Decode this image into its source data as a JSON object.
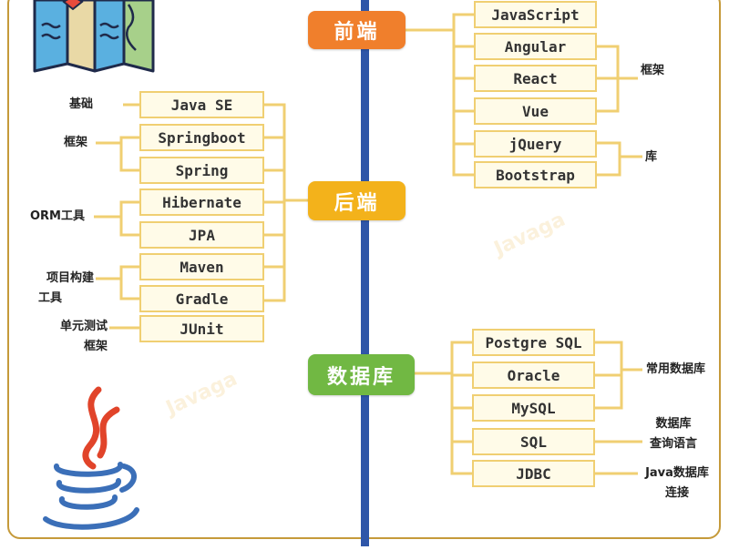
{
  "hubs": {
    "frontend": "前端",
    "backend": "后端",
    "database": "数据库"
  },
  "frontend_nodes": [
    "JavaScript",
    "Angular",
    "React",
    "Vue",
    "jQuery",
    "Bootstrap"
  ],
  "frontend_labels": {
    "frameworks": "框架",
    "libraries": "库"
  },
  "backend_nodes": [
    "Java SE",
    "Springboot",
    "Spring",
    "Hibernate",
    "JPA",
    "Maven",
    "Gradle",
    "JUnit"
  ],
  "backend_labels": {
    "basics": "基础",
    "frameworks": "框架",
    "orm_tools": "ORM工具",
    "build_tools_line1": "项目构建",
    "build_tools_line2": "工具",
    "unit_test_line1": "单元测试",
    "unit_test_line2": "框架"
  },
  "database_nodes": [
    "Postgre SQL",
    "Oracle",
    "MySQL",
    "SQL",
    "JDBC"
  ],
  "database_labels": {
    "common_db": "常用数据库",
    "query_lang_line1": "数据库",
    "query_lang_line2": "查询语言",
    "java_db_line1": "Java数据库",
    "java_db_line2": "连接"
  },
  "watermark": "Javaga",
  "colors": {
    "spine": "#2f56a8",
    "frontend_hub": "#f07f2c",
    "backend_hub": "#f3b21b",
    "database_hub": "#71b843",
    "node_border": "#f0cf72",
    "node_fill": "#fffbe8",
    "frame": "#c59a3a"
  },
  "icons": [
    "map-icon",
    "java-logo-icon"
  ]
}
